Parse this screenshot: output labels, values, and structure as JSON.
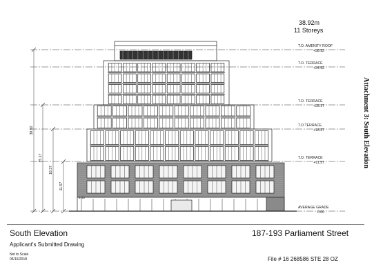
{
  "header": {
    "height": "38.92m",
    "storeys": "11 Storeys"
  },
  "side_title": "Attachment 3:  South Elevation",
  "levels": [
    {
      "name": "T.O. AMENITY ROOF",
      "elev": "+38.92"
    },
    {
      "name": "T.O. TERRACE",
      "elev": "+34.92"
    },
    {
      "name": "T.O. TERRACE",
      "elev": "+25.17"
    },
    {
      "name": "T.O.TERRACE",
      "elev": "+18.37"
    },
    {
      "name": "T.O. TERRACE",
      "elev": "+11.57"
    },
    {
      "name": "AVERAGE GRADE",
      "elev": "0.00"
    }
  ],
  "dimensions": [
    "38.92",
    "25.17",
    "18.37",
    "11.57"
  ],
  "entrance_label": "5.00",
  "footer": {
    "title": "South Elevation",
    "address": "187-193 Parliament Street",
    "subtitle": "Applicant's Submitted Drawing",
    "scale": "Not to Scale",
    "date": "05/16/2018",
    "file": "File # 16 268586 STE 28 OZ"
  }
}
